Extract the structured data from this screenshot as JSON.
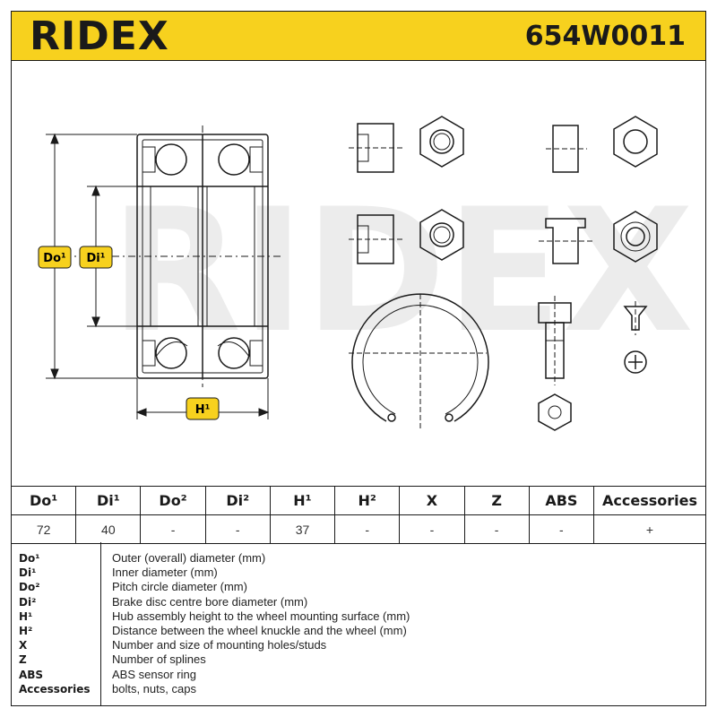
{
  "header": {
    "brand": "RIDEX",
    "part_number": "654W0011"
  },
  "drawing": {
    "labels": {
      "do": "Do¹",
      "di": "Di¹",
      "h": "H¹"
    },
    "watermark": "RIDEX"
  },
  "specs": {
    "columns": [
      "Do¹",
      "Di¹",
      "Do²",
      "Di²",
      "H¹",
      "H²",
      "X",
      "Z",
      "ABS",
      "Accessories"
    ],
    "values": [
      "72",
      "40",
      "-",
      "-",
      "37",
      "-",
      "-",
      "-",
      "-",
      "+"
    ]
  },
  "legend": [
    {
      "key": "Do¹",
      "text": "Outer (overall) diameter (mm)"
    },
    {
      "key": "Di¹",
      "text": "Inner diameter (mm)"
    },
    {
      "key": "Do²",
      "text": "Pitch circle diameter (mm)"
    },
    {
      "key": "Di²",
      "text": "Brake disc centre bore diameter (mm)"
    },
    {
      "key": "H¹",
      "text": "Hub assembly height to the wheel mounting surface (mm)"
    },
    {
      "key": "H²",
      "text": "Distance between the wheel knuckle and the wheel (mm)"
    },
    {
      "key": "X",
      "text": "Number and size of mounting holes/studs"
    },
    {
      "key": "Z",
      "text": "Number of splines"
    },
    {
      "key": "ABS",
      "text": "ABS sensor ring"
    },
    {
      "key": "Accessories",
      "text": "bolts, nuts, caps"
    }
  ],
  "colors": {
    "accent": "#f7d11e",
    "ink": "#1a1a1a",
    "watermark": "#e6e6e6"
  },
  "icons": [
    "wheel-bearing-drawing",
    "nut-section-icon",
    "hex-nut-icon",
    "circlip-icon",
    "bolt-icon",
    "screw-icon"
  ]
}
